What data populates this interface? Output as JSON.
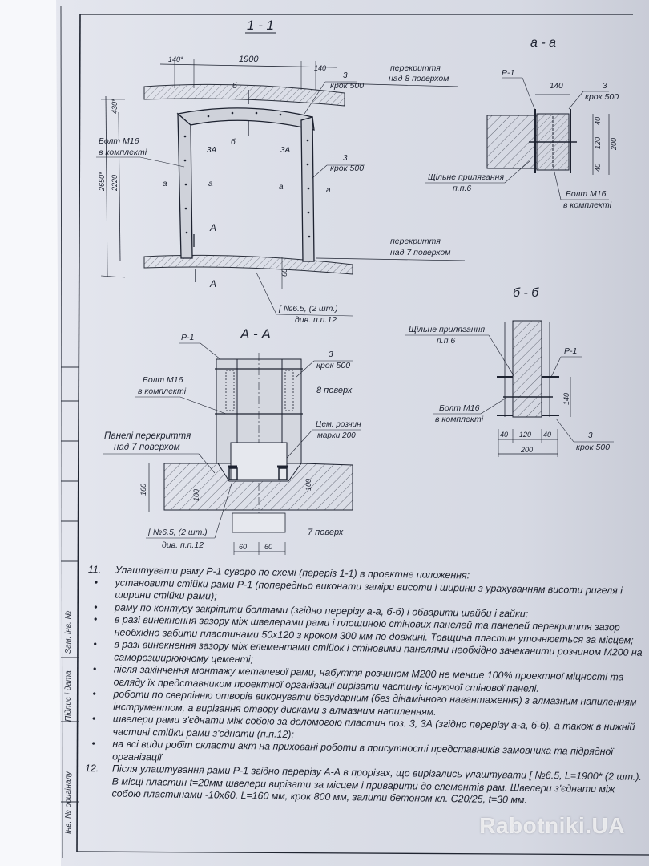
{
  "section_1_1": {
    "title": "1 - 1",
    "dims_top": [
      "140*",
      "1900",
      "140"
    ],
    "dims_left": [
      "430*",
      "2650*",
      "2220"
    ],
    "dim_bottom": "60",
    "labels": {
      "ceiling_8": "перекриття",
      "ceiling_8_sub": "над 8 поверхом",
      "ceiling_7": "перекриття",
      "ceiling_7_sub": "над 7 поверхом",
      "step_3": "3",
      "step_500": "крок 500",
      "step_3b": "3",
      "step_500b": "крок 500",
      "bolt": "Болт М16",
      "bolt_sub": "в комплекті",
      "cut_b": "б",
      "cut_b2": "б",
      "cut_a": "а",
      "cut_a2": "а",
      "cut_a3": "а",
      "cut_a4": "а",
      "cut_A": "А",
      "cut_A2": "А",
      "mark_3a": "3А",
      "mark_3a2": "3А",
      "channel": "[ №6.5, (2 шт.)",
      "channel_sub": "див. п.п.12"
    }
  },
  "section_aa_small": {
    "title": "а - а",
    "p1": "Р-1",
    "dim_140": "140",
    "mark_3": "3",
    "step": "крок 500",
    "dims_right": [
      "40",
      "120",
      "40",
      "200"
    ],
    "tight": "Щільне прилягання",
    "tight_sub": "п.п.6",
    "bolt": "Болт М16",
    "bolt_sub": "в комплекті"
  },
  "section_bb": {
    "title": "б - б",
    "tight": "Щільне прилягання",
    "tight_sub": "п.п.6",
    "p1": "Р-1",
    "dim_140": "140",
    "bolt": "Болт М16",
    "bolt_sub": "в комплекті",
    "dims_bottom": [
      "40",
      "120",
      "40",
      "200"
    ],
    "mark_3": "3",
    "step": "крок 500"
  },
  "section_AA": {
    "title": "А - А",
    "p1": "Р-1",
    "mark_3": "3",
    "step": "крок 500",
    "floor8": "8 поверх",
    "bolt": "Болт М16",
    "bolt_sub": "в комплекті",
    "mortar": "Цем. розчин",
    "mortar_sub": "марки 200",
    "panels": "Панелі перекриття",
    "panels_sub": "над 7 поверхом",
    "dim_160": "160",
    "dim_100a": "100",
    "dim_100b": "100",
    "channel": "[ №6.5, (2 шт.)",
    "channel_sub": "див. п.п.12",
    "floor7": "7 поверх",
    "dims_bottom": [
      "60",
      "60"
    ]
  },
  "notes": [
    {
      "marker": "11.",
      "text": "Улаштувати раму Р-1 суворо по схемі (переріз 1-1) в проектне положення:"
    },
    {
      "marker": "•",
      "text": "установити стійки рами Р-1 (попередньо виконати заміри висоти і ширини з урахуванням висоти ригеля і ширини стійки рами);"
    },
    {
      "marker": "•",
      "text": "раму по контуру закріпити болтами (згідно перерізу а-а, б-б) і обварити шайби і гайки;"
    },
    {
      "marker": "•",
      "text": "в разі винекнення зазору між швелерами рами і площиною стінових панелей та панелей перекриття зазор необхідно забити пластинами 50х120 з кроком 300 мм по довжині. Товщина пластин уточнюється за місцем;"
    },
    {
      "marker": "•",
      "text": "в разі винекнення зазору між елементами стійок і стіновими панелями необхідно зачеканити розчином М200 на саморозширюючому цементі;"
    },
    {
      "marker": "•",
      "text": "після закінчення монтажу металевої рами, набуття розчином М200 не менше 100% проектної міцності та огляду їх представником проектної організації вирізати частину існуючої стінової панелі."
    },
    {
      "marker": "•",
      "text": "роботи по сверлінню отворів виконувати безударним (без дінамічного навантаження) з алмазним напиленням інструментом, а вирізання отвору дисками з алмазним напиленням."
    },
    {
      "marker": "•",
      "text": "швелери рами з'єднати між собою за доломогою пластин поз. 3, 3А (згідно перерізу а-а, б-б), а також в нижній частині стійки рами з'єднати (п.п.12);"
    },
    {
      "marker": "•",
      "text": "на всі види робіт скласти акт на приховані роботи в присутності представників замовника та підрядної організації"
    },
    {
      "marker": "12.",
      "text": "Після улаштування рами Р-1 згідно перерізу А-А в прорізах, що вирізались улаштувати [ №6.5, L=1900* (2 шт.). В місці пластин t=20мм швелери вирізати за місцем і приварити до елементів рам. Швелери з'єднати між собою пластинами -10х60, L=160 мм, крок 800 мм, залити бетоном кл. С20/25, t=30 мм."
    }
  ],
  "stamp": {
    "col1": "Інв. № оригіналу",
    "col2": "Підпис і дата",
    "col3": "Зам. інв. №"
  },
  "watermark": "Rabotniki.UA"
}
